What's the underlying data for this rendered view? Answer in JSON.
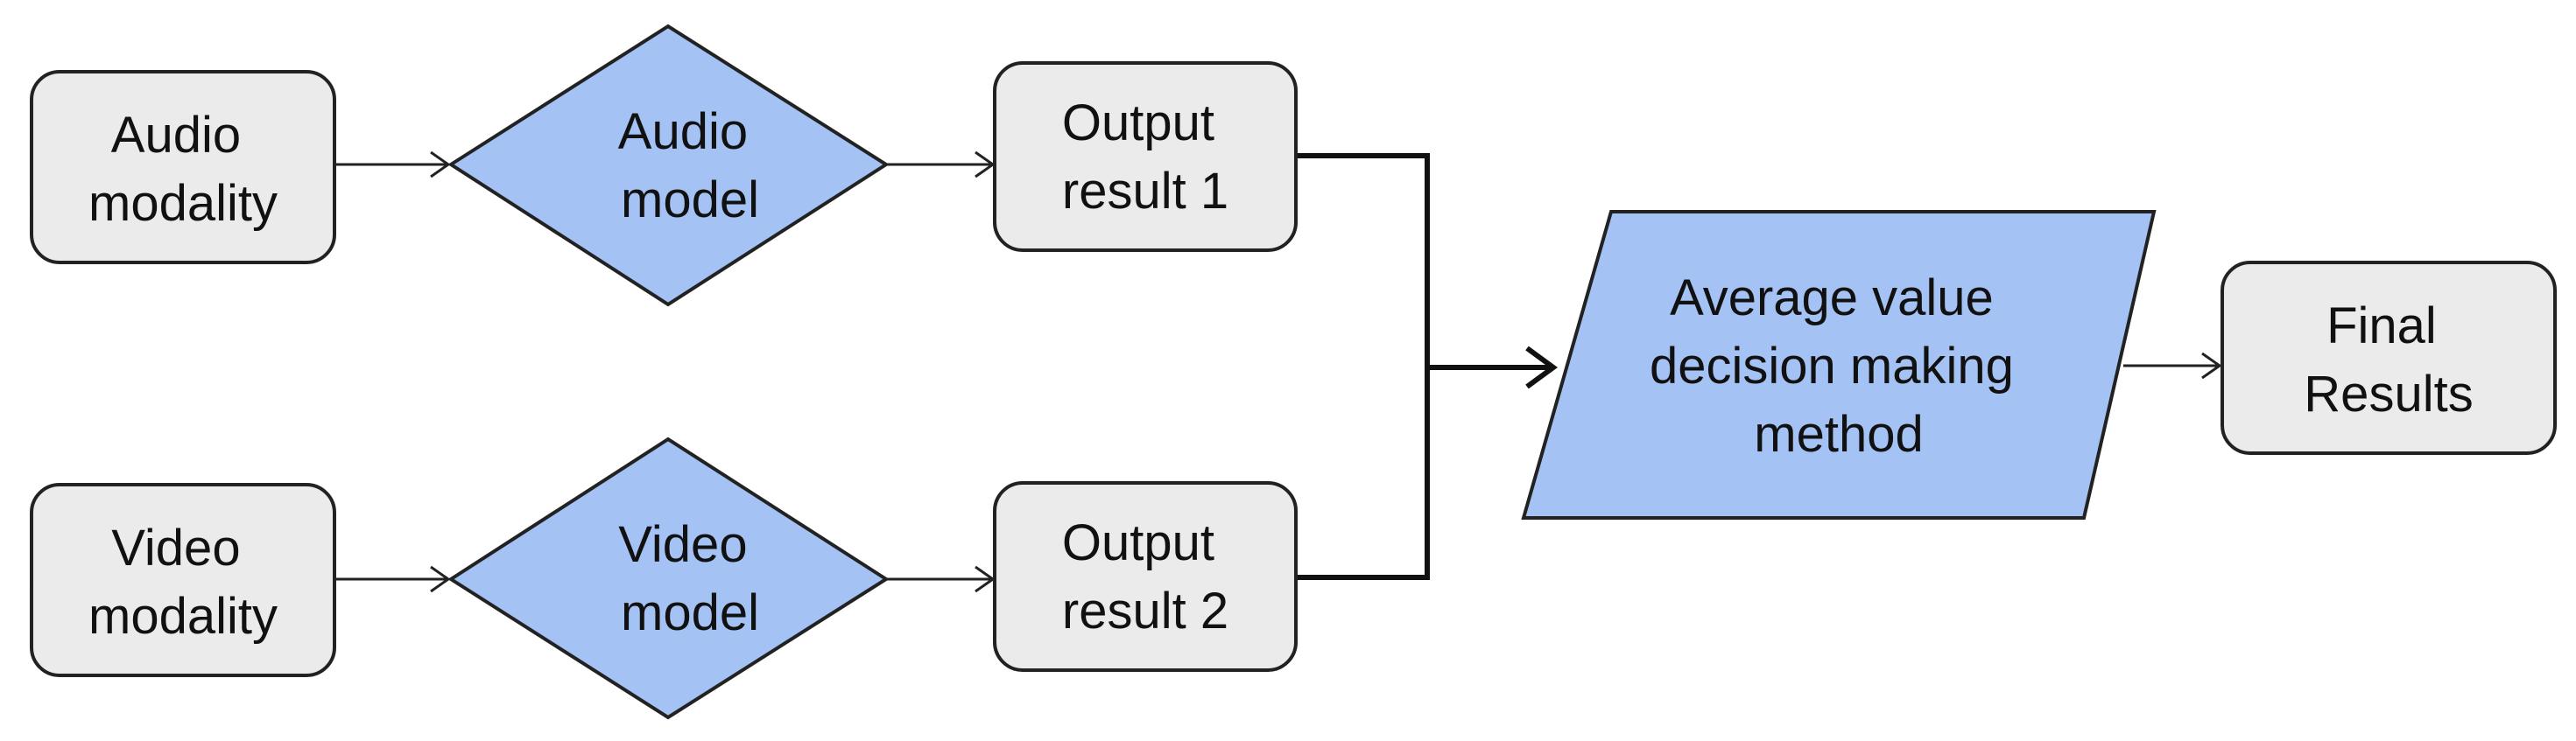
{
  "diagram": {
    "nodes": {
      "audio_modality": {
        "lines": [
          "Audio",
          "modality"
        ]
      },
      "audio_model": {
        "lines": [
          "Audio",
          "model"
        ]
      },
      "output_result_1": {
        "lines": [
          "Output",
          "result 1"
        ]
      },
      "video_modality": {
        "lines": [
          "Video",
          "modality"
        ]
      },
      "video_model": {
        "lines": [
          "Video",
          "model"
        ]
      },
      "output_result_2": {
        "lines": [
          "Output",
          "result 2"
        ]
      },
      "average_value": {
        "lines": [
          "Average value",
          "decision making",
          "method"
        ]
      },
      "final_results": {
        "lines": [
          "Final",
          "Results"
        ]
      }
    },
    "colors": {
      "box_fill": "#ebebeb",
      "model_fill": "#a4c2f4",
      "stroke": "#222222"
    }
  }
}
